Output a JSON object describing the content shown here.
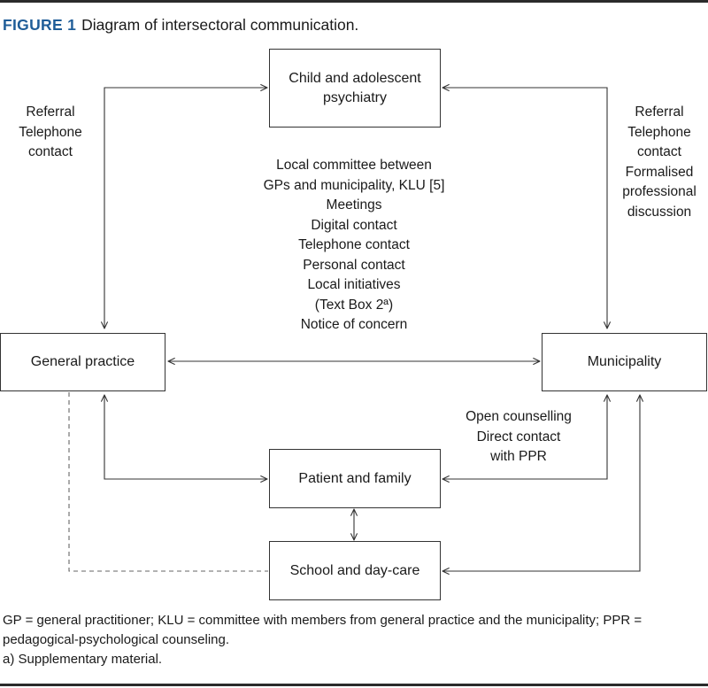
{
  "figure": {
    "label": "FIGURE 1",
    "title": "Diagram of intersectoral communication."
  },
  "boxes": {
    "psychiatry": "Child and adolescent psychiatry",
    "general_practice": "General practice",
    "municipality": "Municipality",
    "patient_family": "Patient and family",
    "school_daycare": "School and day-care"
  },
  "labels": {
    "left": [
      "Referral",
      "Telephone",
      "contact"
    ],
    "right": [
      "Referral",
      "Telephone",
      "contact",
      "Formalised",
      "professional",
      "discussion"
    ],
    "center": [
      "Local committee between",
      "GPs and municipality, KLU [5]",
      "Meetings",
      "Digital contact",
      "Telephone contact",
      "Personal contact",
      "Local initiatives",
      "(Text Box 2ª)",
      "Notice of concern"
    ],
    "municipality_patient": [
      "Open counselling",
      "Direct contact",
      "with PPR"
    ]
  },
  "footnotes": [
    "GP = general practitioner; KLU = committee with members from general practice and the municipality; PPR = pedagogical-psychological counseling.",
    "a) Supplementary material."
  ],
  "colors": {
    "accent": "#1f5d98",
    "line": "#333333"
  }
}
